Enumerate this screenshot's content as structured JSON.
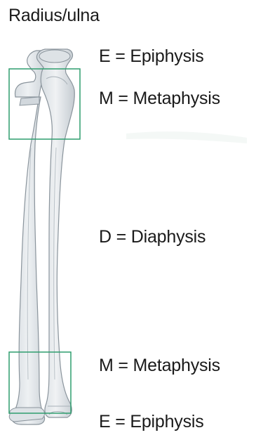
{
  "title": "Radius/ulna",
  "labels": {
    "epiphysis_top": "E = Epiphysis",
    "metaphysis_top": "M = Metaphysis",
    "diaphysis": "D = Diaphysis",
    "metaphysis_bottom": "M = Metaphysis",
    "epiphysis_bottom": "E = Epiphysis"
  },
  "colors": {
    "box_stroke": "#2e9e6e",
    "bone_fill": "#e4e8ec",
    "bone_shade": "#c9d0d6",
    "bone_outline": "#8a949c"
  }
}
